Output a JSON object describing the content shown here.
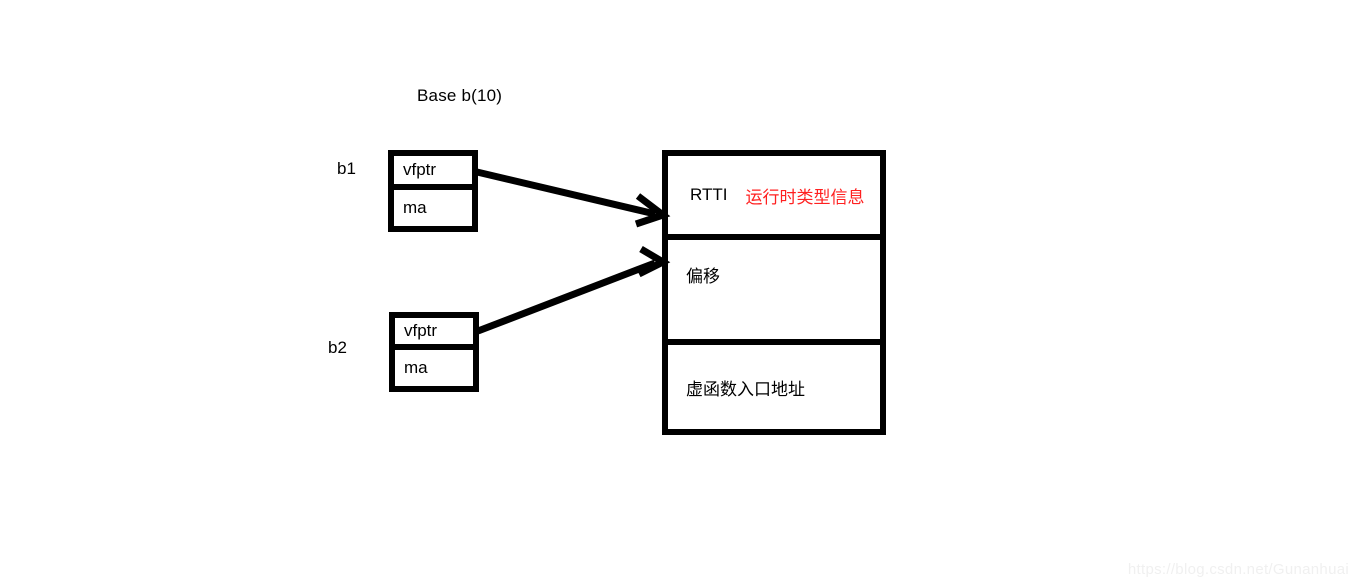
{
  "diagram": {
    "title": "Base b(10)",
    "background_color": "#ffffff",
    "line_color": "#000000",
    "annotation_color": "#ff2020"
  },
  "objects": [
    {
      "label": "b1",
      "rows": [
        {
          "name": "vptr-row",
          "text": "vfptr"
        },
        {
          "name": "member-row",
          "text": "ma"
        }
      ]
    },
    {
      "label": "b2",
      "rows": [
        {
          "name": "vptr-row",
          "text": "vfptr"
        },
        {
          "name": "member-row",
          "text": "ma"
        }
      ]
    }
  ],
  "vtable": {
    "rows": [
      {
        "name": "rtti",
        "text": "RTTI",
        "annotation": "运行时类型信息"
      },
      {
        "name": "offset",
        "text": "偏移",
        "annotation": ""
      },
      {
        "name": "vfunc-address",
        "text": "虚函数入口地址",
        "annotation": ""
      }
    ]
  },
  "arrows": [
    {
      "name": "b1-vptr-to-vtable",
      "from": "b1.vfptr",
      "to": "vtable"
    },
    {
      "name": "b2-vptr-to-vtable",
      "from": "b2.vfptr",
      "to": "vtable"
    }
  ],
  "watermark": {
    "text": "https://blog.csdn.net/Gunanhuai"
  }
}
